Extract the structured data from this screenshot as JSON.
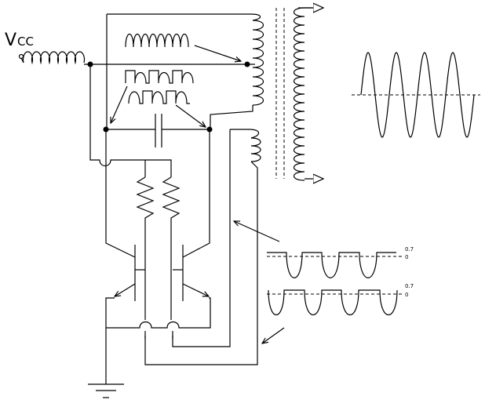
{
  "labels": {
    "supply": "V",
    "supply_sub": "CC",
    "level_high_1": "0.7",
    "level_zero_1": "0",
    "level_high_2": "0.7",
    "level_zero_2": "0"
  }
}
